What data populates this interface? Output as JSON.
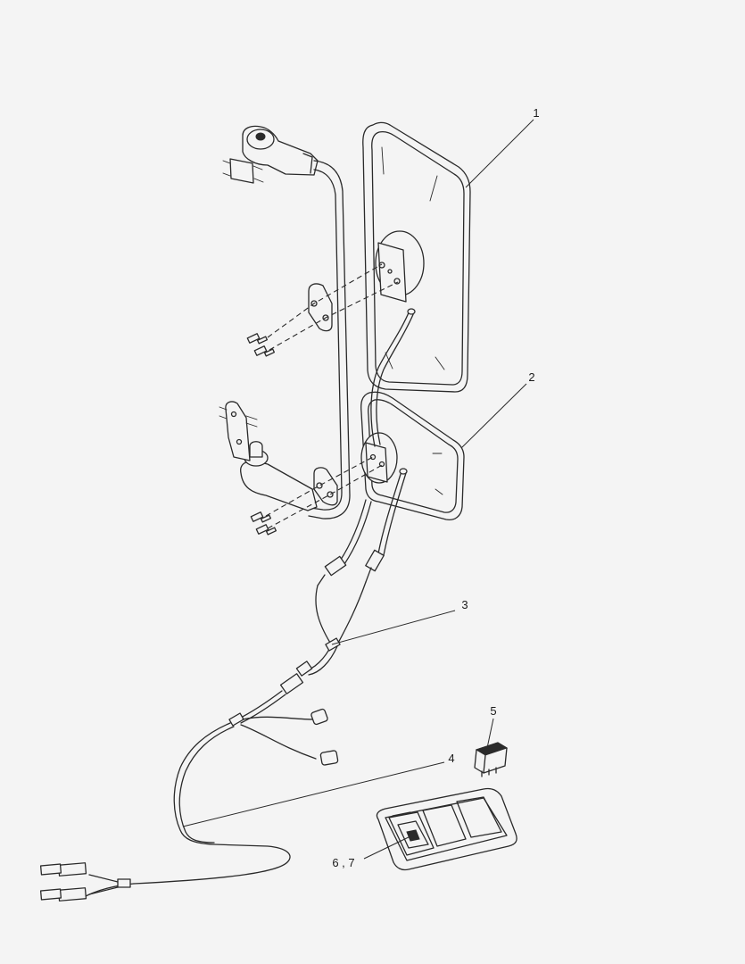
{
  "callouts": [
    {
      "id": "1",
      "label": "1"
    },
    {
      "id": "2",
      "label": "2"
    },
    {
      "id": "3",
      "label": "3"
    },
    {
      "id": "4",
      "label": "4"
    },
    {
      "id": "5",
      "label": "5"
    },
    {
      "id": "67",
      "label": "6 , 7"
    }
  ],
  "colors": {
    "line": "#2a2a2a",
    "background": "#f4f4f4"
  }
}
